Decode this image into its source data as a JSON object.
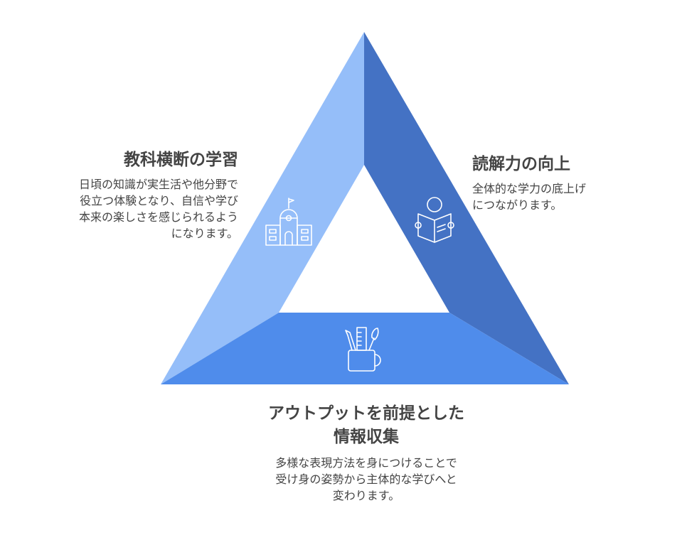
{
  "colors": {
    "left_face": "#95BEF9",
    "right_face": "#4472C4",
    "bottom_face": "#4F8CEB",
    "icon_stroke": "#FFFFFF",
    "text": "#444444"
  },
  "sections": {
    "left": {
      "icon": "school-building-icon",
      "title": "教科横断の学習",
      "desc_lines": [
        "日頃の知識が実生活や他分野で",
        "役立つ体験となり、自信や学び",
        "本来の楽しさを感じられるよう",
        "になります。"
      ]
    },
    "right": {
      "icon": "reading-person-icon",
      "title": "読解力の向上",
      "desc_lines": [
        "全体的な学力の底上げ",
        "につながります。"
      ]
    },
    "bottom": {
      "icon": "pencil-cup-icon",
      "title_lines": [
        "アウトプットを前提とした",
        "情報収集"
      ],
      "desc_lines": [
        "多様な表現方法を身につけることで",
        "受け身の姿勢から主体的な学びへと",
        "変わります。"
      ]
    }
  }
}
